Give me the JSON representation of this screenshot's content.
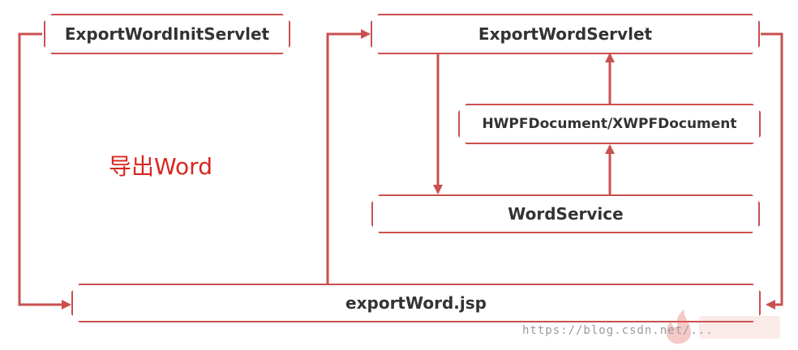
{
  "title": "导出Word",
  "nodes": {
    "export_word_init_servlet": "ExportWordInitServlet",
    "export_word_servlet": "ExportWordServlet",
    "hwpf_document": "HWPFDocument/XWPFDocument",
    "word_service": "WordService",
    "export_word_jsp": "exportWord.jsp"
  },
  "watermark": {
    "url": "https://blog.csdn.net/..."
  },
  "colors": {
    "accent": "#c9504f",
    "title": "#d8261f",
    "text": "#333333"
  }
}
